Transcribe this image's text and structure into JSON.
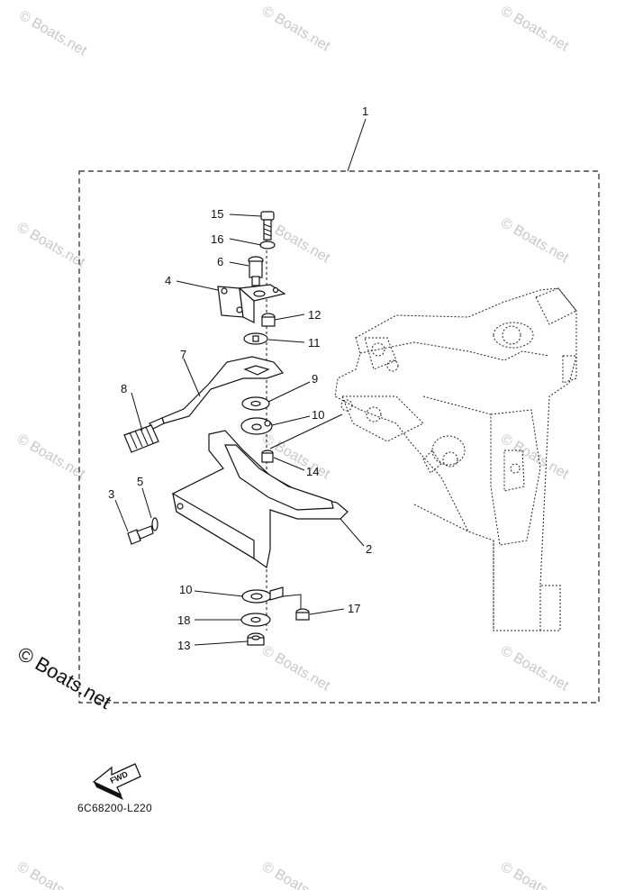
{
  "callouts": [
    "1",
    "2",
    "3",
    "4",
    "5",
    "6",
    "7",
    "8",
    "9",
    "10",
    "10",
    "11",
    "12",
    "13",
    "14",
    "15",
    "16",
    "17",
    "18"
  ],
  "diagram_code": "6C68200-L220",
  "fwd_label": "FWD",
  "watermark": "© Boats.net"
}
